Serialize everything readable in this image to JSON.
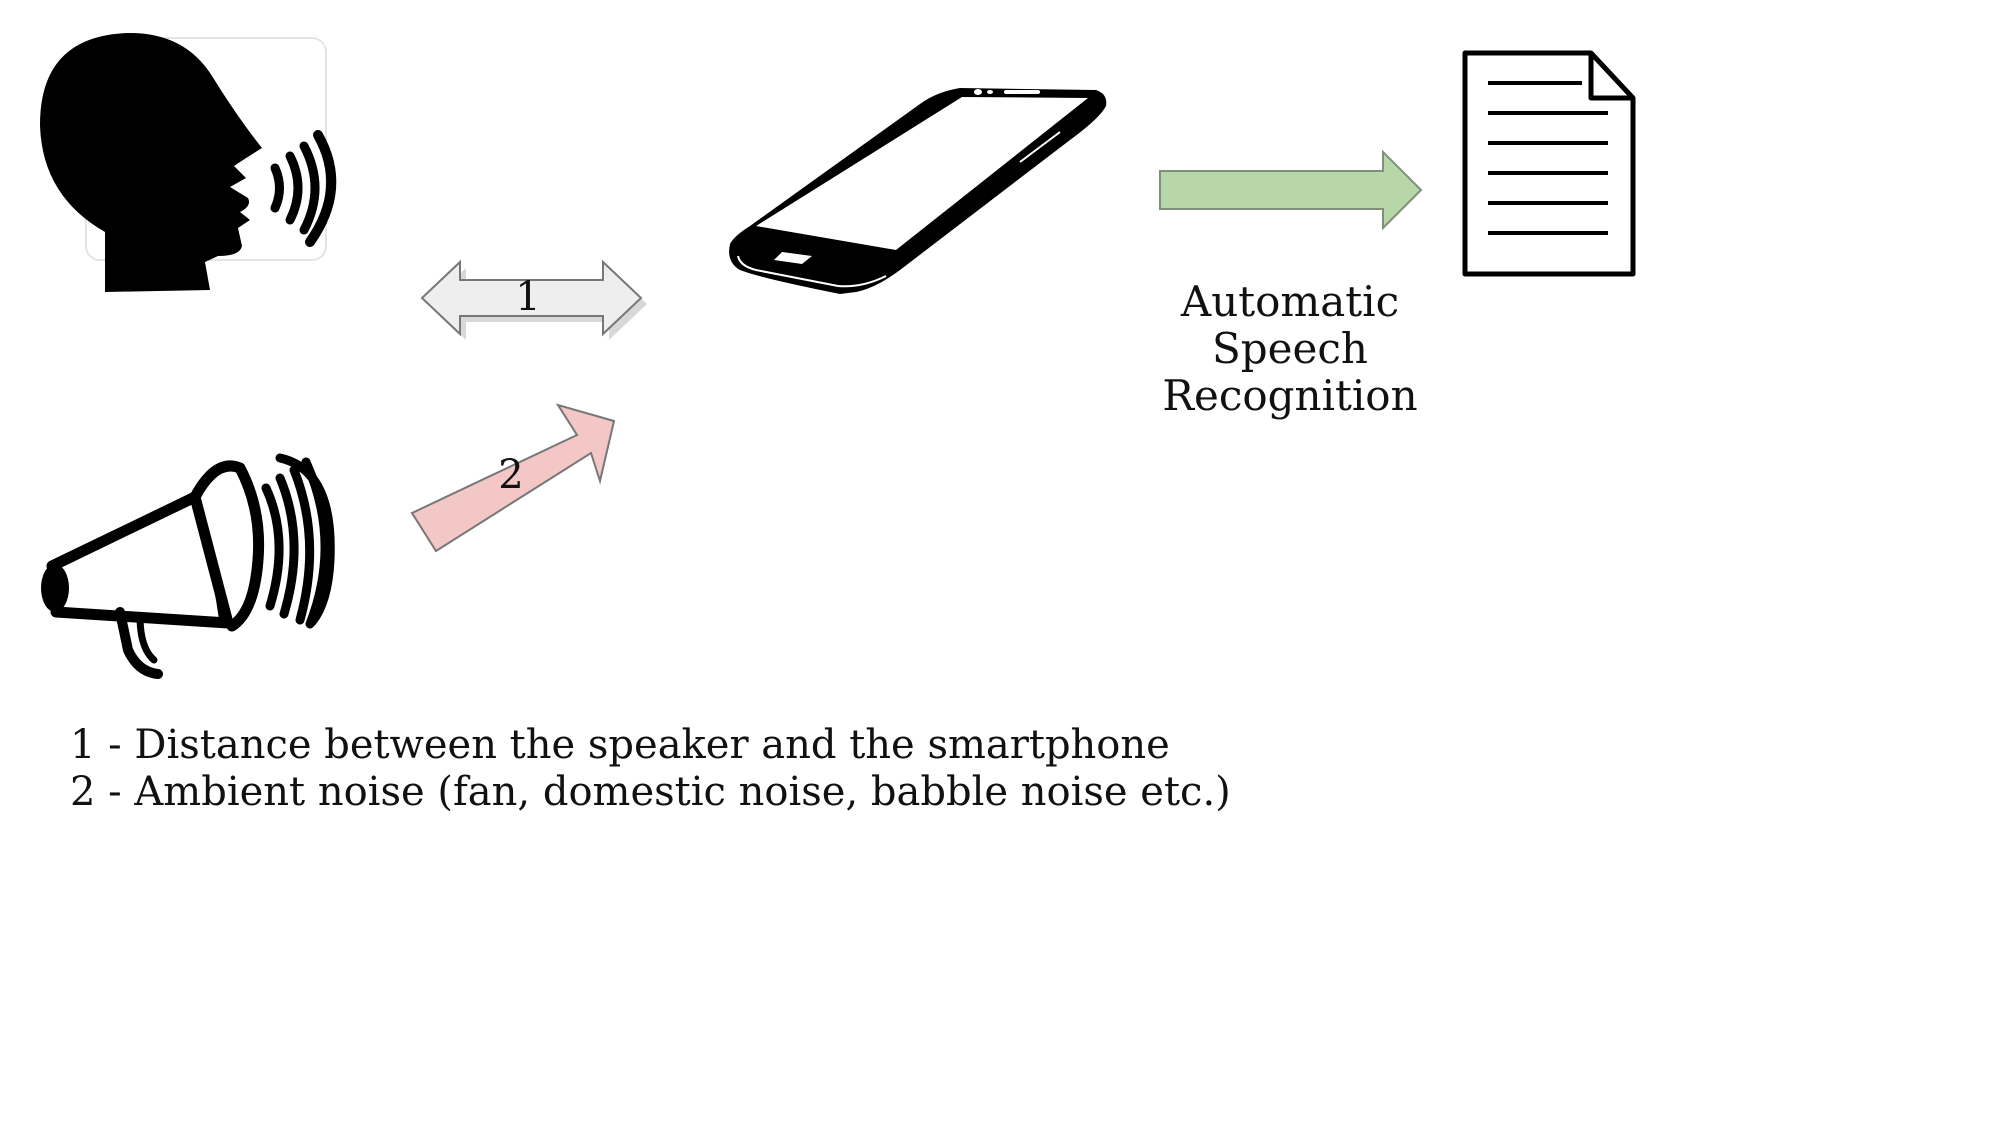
{
  "diagram": {
    "arrow1_label": "1",
    "arrow2_label": "2",
    "asr_label_lines": [
      "Automatic",
      "Speech",
      "Recognition"
    ],
    "legend": [
      "1 - Distance between the speaker and the smartphone",
      "2 - Ambient noise (fan, domestic noise, babble noise etc.)"
    ]
  },
  "icons": {
    "speaker": "speaking-head-icon",
    "noise": "megaphone-icon",
    "device": "smartphone-icon",
    "output": "document-icon"
  },
  "colors": {
    "bidirectional_arrow": "#eeeeee",
    "noise_arrow": "#f4c7c7",
    "asr_arrow": "#b7d7a8",
    "stroke": "#000000"
  }
}
